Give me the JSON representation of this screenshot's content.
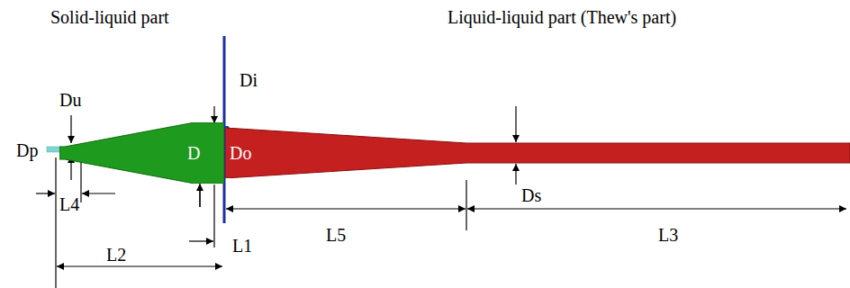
{
  "diagram": {
    "nodes": [
      {
        "text": [
          "D"
        ]
      },
      {
        "text": [
          "Do"
        ]
      }
    ],
    "labels": [
      "Solid-liquid part",
      "Liquid-liquid part (Thew's part)",
      "Di",
      "Du",
      "Dp",
      "L4",
      "L2",
      "L1",
      "L5",
      "Ds",
      "L3"
    ]
  }
}
